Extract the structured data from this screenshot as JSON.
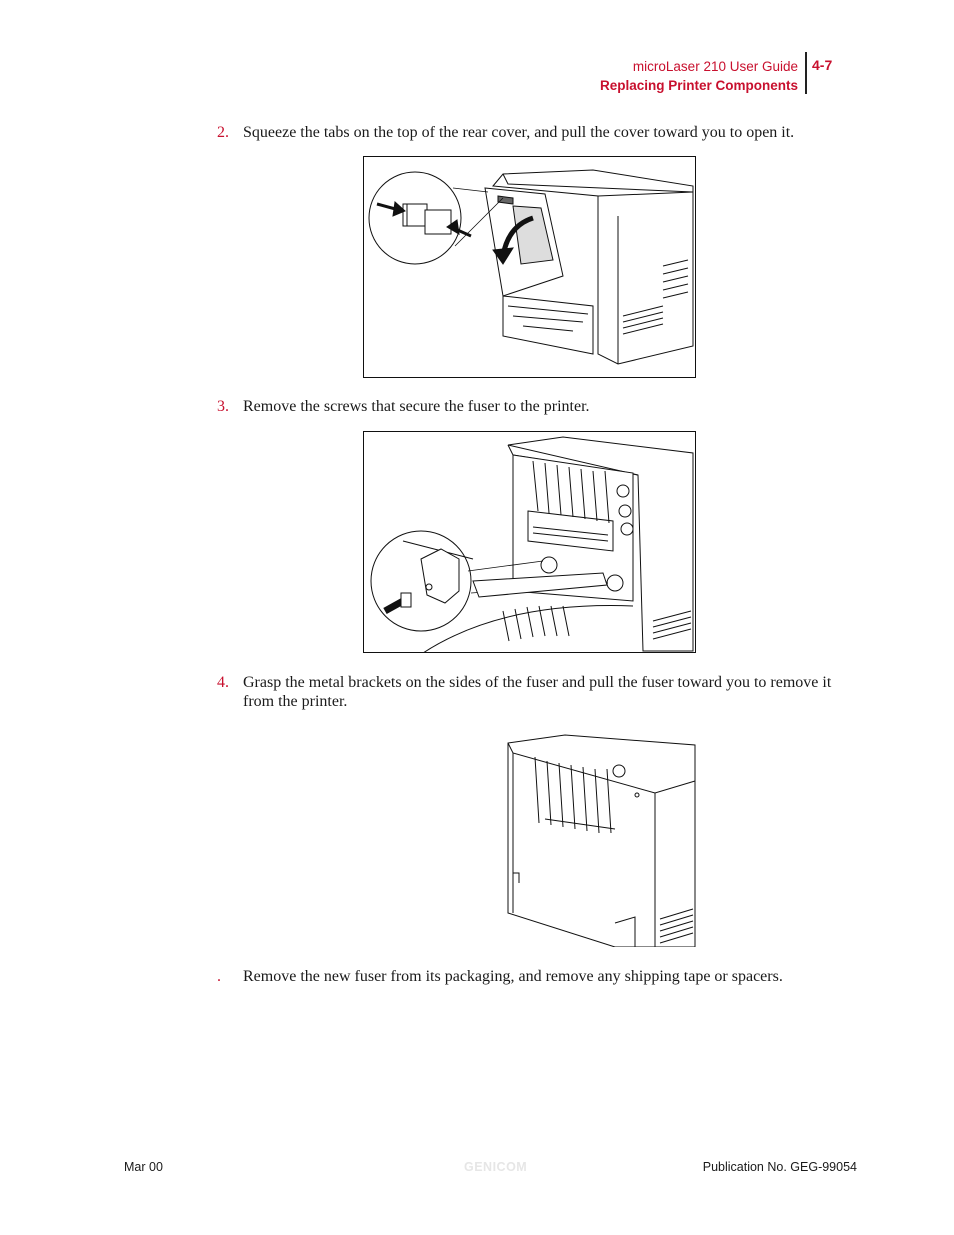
{
  "header": {
    "guide_title": "microLaser 210 User Guide",
    "section_title": "Replacing Printer Components",
    "page_number": "4-7"
  },
  "steps": [
    {
      "number": "2.",
      "text": "Squeeze the tabs on the top of the rear cover, and pull the cover toward you to open it."
    },
    {
      "number": "3.",
      "text": "Remove the screws that secure the fuser to the printer."
    },
    {
      "number": "4.",
      "text": "Grasp the metal brackets on the sides of the fuser and pull the fuser toward you to remove it from the printer."
    },
    {
      "number": ".",
      "text": "Remove the new fuser from its packaging, and remove any shipping tape or spacers."
    }
  ],
  "footer": {
    "date": "Mar 00",
    "watermark": "GENICOM",
    "publication": "Publication No. GEG-99054"
  },
  "colors": {
    "accent": "#c8102e"
  }
}
